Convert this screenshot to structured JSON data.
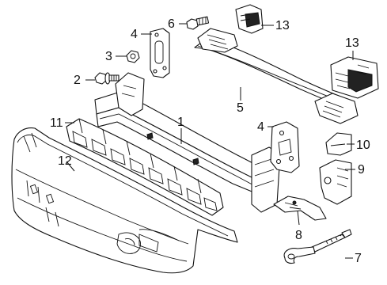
{
  "callouts": [
    {
      "id": "1",
      "label": "1"
    },
    {
      "id": "2",
      "label": "2"
    },
    {
      "id": "3",
      "label": "3"
    },
    {
      "id": "4a",
      "label": "4"
    },
    {
      "id": "4b",
      "label": "4"
    },
    {
      "id": "5",
      "label": "5"
    },
    {
      "id": "6",
      "label": "6"
    },
    {
      "id": "7",
      "label": "7"
    },
    {
      "id": "8",
      "label": "8"
    },
    {
      "id": "9",
      "label": "9"
    },
    {
      "id": "10",
      "label": "10"
    },
    {
      "id": "11",
      "label": "11"
    },
    {
      "id": "12",
      "label": "12"
    },
    {
      "id": "13a",
      "label": "13"
    },
    {
      "id": "13b",
      "label": "13"
    }
  ],
  "parts": [
    {
      "callout": "1",
      "icon": "bumper-reinforcement-beam-icon"
    },
    {
      "callout": "2",
      "icon": "flange-bolt-icon"
    },
    {
      "callout": "3",
      "icon": "hex-nut-icon"
    },
    {
      "callout": "4",
      "icon": "mounting-bracket-plate-icon"
    },
    {
      "callout": "5",
      "icon": "upper-crossmember-icon"
    },
    {
      "callout": "6",
      "icon": "hex-bolt-icon"
    },
    {
      "callout": "7",
      "icon": "tow-eye-hook-icon"
    },
    {
      "callout": "8",
      "icon": "support-bracket-icon"
    },
    {
      "callout": "9",
      "icon": "side-mount-bracket-icon"
    },
    {
      "callout": "10",
      "icon": "small-bracket-icon"
    },
    {
      "callout": "11",
      "icon": "energy-absorber-icon"
    },
    {
      "callout": "12",
      "icon": "absorber-foam-strip-icon"
    },
    {
      "callout": "13",
      "icon": "crossmember-end-bracket-icon"
    }
  ]
}
